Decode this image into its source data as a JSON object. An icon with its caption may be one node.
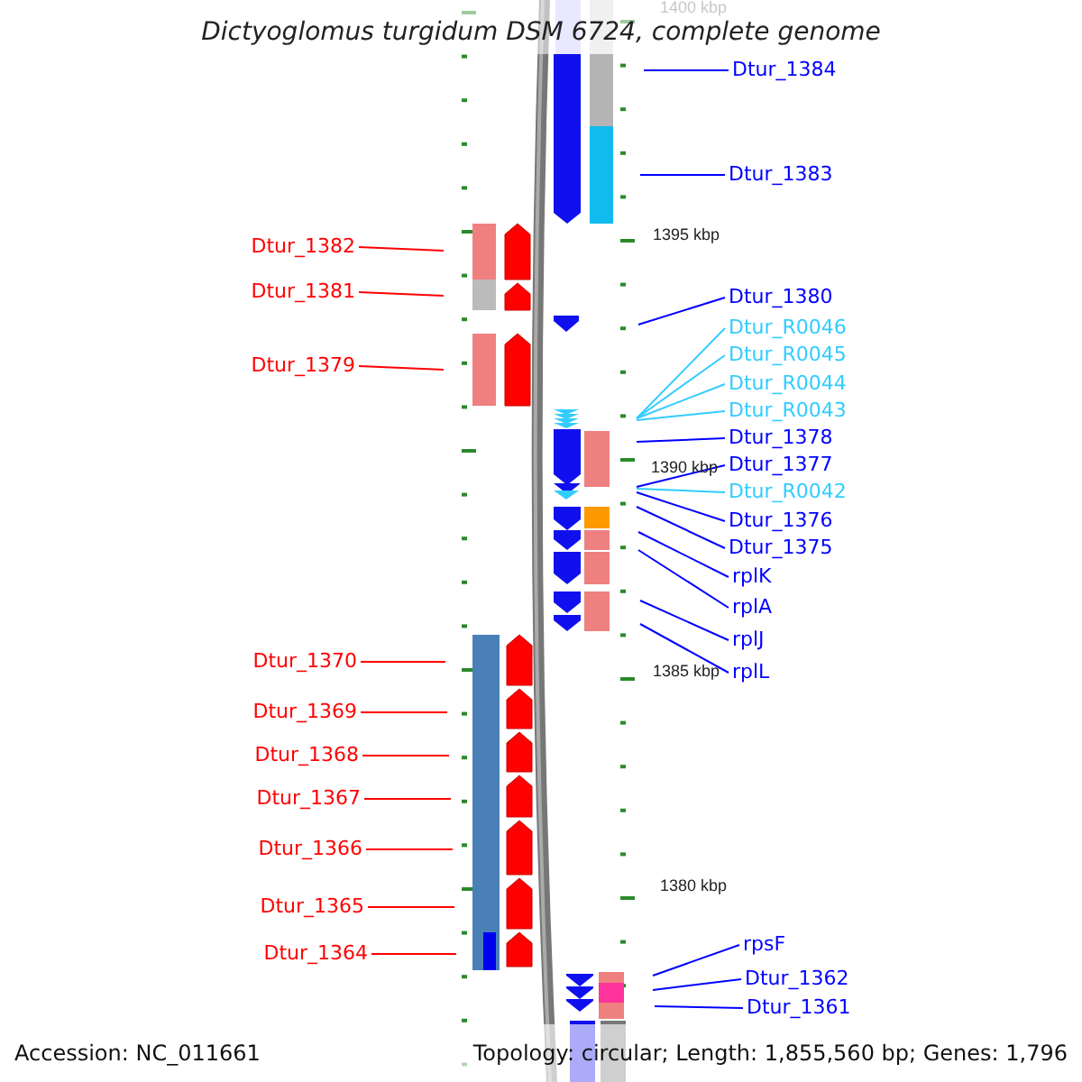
{
  "diagram": {
    "title": "Dictyoglomus turgidum DSM 6724, complete genome",
    "nodes": [
      {
        "text": [
          "Dtur_1384"
        ]
      },
      {
        "text": [
          "Dtur_1383"
        ]
      },
      {
        "text": [
          "Dtur_1382"
        ]
      },
      {
        "text": [
          "Dtur_1381"
        ]
      },
      {
        "text": [
          "Dtur_1380"
        ]
      },
      {
        "text": [
          "Dtur_R0046"
        ]
      },
      {
        "text": [
          "Dtur_R0045"
        ]
      },
      {
        "text": [
          "Dtur_1379"
        ]
      },
      {
        "text": [
          "Dtur_R0044"
        ]
      },
      {
        "text": [
          "Dtur_R0043"
        ]
      },
      {
        "text": [
          "Dtur_1378"
        ]
      },
      {
        "text": [
          "Dtur_1377"
        ]
      },
      {
        "text": [
          "Dtur_R0042"
        ]
      },
      {
        "text": [
          "Dtur_1376"
        ]
      },
      {
        "text": [
          "Dtur_1375"
        ]
      },
      {
        "text": [
          "rplK"
        ]
      },
      {
        "text": [
          "rplA"
        ]
      },
      {
        "text": [
          "rplJ"
        ]
      },
      {
        "text": [
          "Dtur_1370"
        ]
      },
      {
        "text": [
          "rplL"
        ]
      },
      {
        "text": [
          "Dtur_1369"
        ]
      },
      {
        "text": [
          "Dtur_1368"
        ]
      },
      {
        "text": [
          "Dtur_1367"
        ]
      },
      {
        "text": [
          "Dtur_1366"
        ]
      },
      {
        "text": [
          "Dtur_1365"
        ]
      },
      {
        "text": [
          "rpsF"
        ]
      },
      {
        "text": [
          "Dtur_1364"
        ]
      },
      {
        "text": [
          "Dtur_1362"
        ]
      },
      {
        "text": [
          "Dtur_1361"
        ]
      }
    ],
    "edges": [
      {
        "from": 0,
        "to": null,
        "arrow": "none"
      },
      {
        "from": 1,
        "to": null,
        "arrow": "none"
      },
      {
        "from": 2,
        "to": null,
        "arrow": "none",
        "color": "#ff0000"
      },
      {
        "from": 3,
        "to": null,
        "arrow": "none",
        "color": "#ff0000"
      },
      {
        "from": 4,
        "to": null,
        "arrow": "none"
      },
      {
        "from": 5,
        "to": null,
        "arrow": "none",
        "color": "#33ccff"
      },
      {
        "from": 6,
        "to": null,
        "arrow": "none",
        "color": "#33ccff"
      },
      {
        "from": 7,
        "to": null,
        "arrow": "none",
        "color": "#ff0000"
      },
      {
        "from": 8,
        "to": null,
        "arrow": "none",
        "color": "#33ccff"
      },
      {
        "from": 9,
        "to": null,
        "arrow": "none",
        "color": "#33ccff"
      },
      {
        "from": 10,
        "to": null,
        "arrow": "none"
      },
      {
        "from": 11,
        "to": null,
        "arrow": "none"
      },
      {
        "from": 12,
        "to": null,
        "arrow": "none",
        "color": "#33ccff"
      },
      {
        "from": 13,
        "to": null,
        "arrow": "none"
      },
      {
        "from": 14,
        "to": null,
        "arrow": "none"
      },
      {
        "from": 15,
        "to": null,
        "arrow": "none"
      },
      {
        "from": 16,
        "to": null,
        "arrow": "none"
      },
      {
        "from": 17,
        "to": null,
        "arrow": "none"
      },
      {
        "from": 18,
        "to": null,
        "arrow": "none",
        "color": "#ff0000"
      },
      {
        "from": 19,
        "to": null,
        "arrow": "none"
      },
      {
        "from": 20,
        "to": null,
        "arrow": "none",
        "color": "#ff0000"
      },
      {
        "from": 21,
        "to": null,
        "arrow": "none",
        "color": "#ff0000"
      },
      {
        "from": 22,
        "to": null,
        "arrow": "none",
        "color": "#ff0000"
      },
      {
        "from": 23,
        "to": null,
        "arrow": "none",
        "color": "#ff0000"
      },
      {
        "from": 24,
        "to": null,
        "arrow": "none",
        "color": "#ff0000"
      },
      {
        "from": 25,
        "to": null,
        "arrow": "none"
      },
      {
        "from": 26,
        "to": null,
        "arrow": "none",
        "color": "#ff0000"
      },
      {
        "from": 27,
        "to": null,
        "arrow": "none"
      },
      {
        "from": 28,
        "to": null,
        "arrow": "none"
      }
    ],
    "labels": [
      "1400 kbp",
      "1395 kbp",
      "1390 kbp",
      "1385 kbp",
      "1380 kbp",
      "Accession: NC_011661",
      "Topology: circular; Length: 1,855,560 bp; Genes: 1,796"
    ]
  }
}
